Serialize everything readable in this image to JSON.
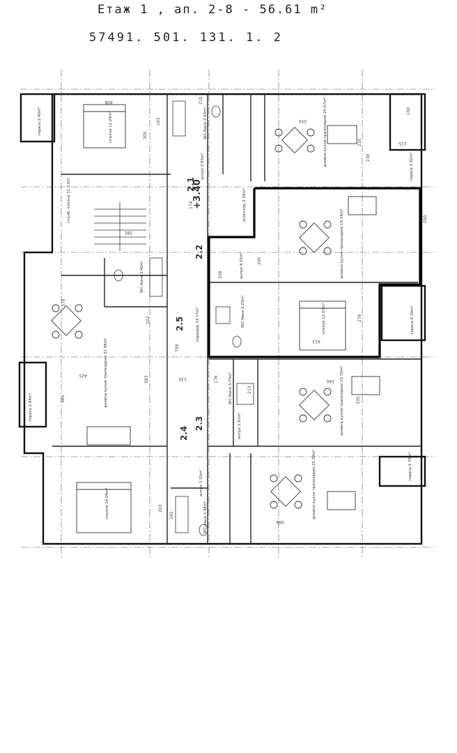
{
  "header": {
    "line1": "Етаж 1 , ап. 2-8   - 56.61 m²",
    "line2": "57491. 501. 131. 1. 2"
  },
  "levels": {
    "floor": "+3.40",
    "mark_21": "2.1",
    "mark_22": "2.2",
    "mark_25": "2.5",
    "mark_23": "2.3",
    "mark_24": "2.4"
  },
  "rooms": {
    "r_terrace_tl": "тераса 2.40m²",
    "r_bed_top": "спалня 12.24m²",
    "r_wc_top": "WC-баня 3.93m²",
    "r_hall_top": "антре 3.85m²",
    "r_living_tr": "дневна кухня-трапезария 20.67m²",
    "r_terrace_tr": "тераса 2.92m²",
    "r_stair": "стълб. клетка 11.13m²",
    "r_elevator": "асансьор 2.56m²",
    "r_living_apt": "дневна кухня-трапезария 19.74m²",
    "r_hall_apt": "антре 4.55m²",
    "r_wc_left": "WC-баня 3.40m²",
    "r_corridor": "коридор 13.77m²",
    "r_wc_apt": "WC-баня 3.23m²",
    "r_bed_apt": "спалня 12.07m²",
    "r_terrace_apt": "тераса 4.39m²",
    "r_terrace_left": "тераса 2.84m²",
    "r_living_left": "дневна кухня-трапезария 31.98m²",
    "r_wc_mid": "WC-баня 3.70m²",
    "r_hall_mid": "антре 2.91m²",
    "r_living_mid": "дневна кухня-трапезария 19.76m²",
    "r_terrace_mr": "тераса 2.79m²",
    "r_hall_bot": "антре 3.32m²",
    "r_bed_bot": "спалня 14.04m²",
    "r_wc_bot": "WC-баня 3.44m²",
    "r_living_bot": "дневна кухня-трапезария 20.39m²"
  },
  "dims": {
    "d1": "408",
    "d2": "300",
    "d3": "183",
    "d4": "210",
    "d5": "555",
    "d6": "235",
    "d7": "230",
    "d8": "150",
    "d9": "115",
    "d10": "370",
    "d11": "250",
    "d12": "200",
    "d13": "328",
    "d14": "102",
    "d15": "758",
    "d16": "135",
    "d17": "423",
    "d18": "278",
    "d19": "583",
    "d20": "425",
    "d21": "385",
    "d22": "590",
    "d23": "568",
    "d24": "203",
    "d25": "165",
    "d26": "174",
    "d27": "281",
    "d28": "213",
    "d29": "335",
    "d30": "176"
  }
}
